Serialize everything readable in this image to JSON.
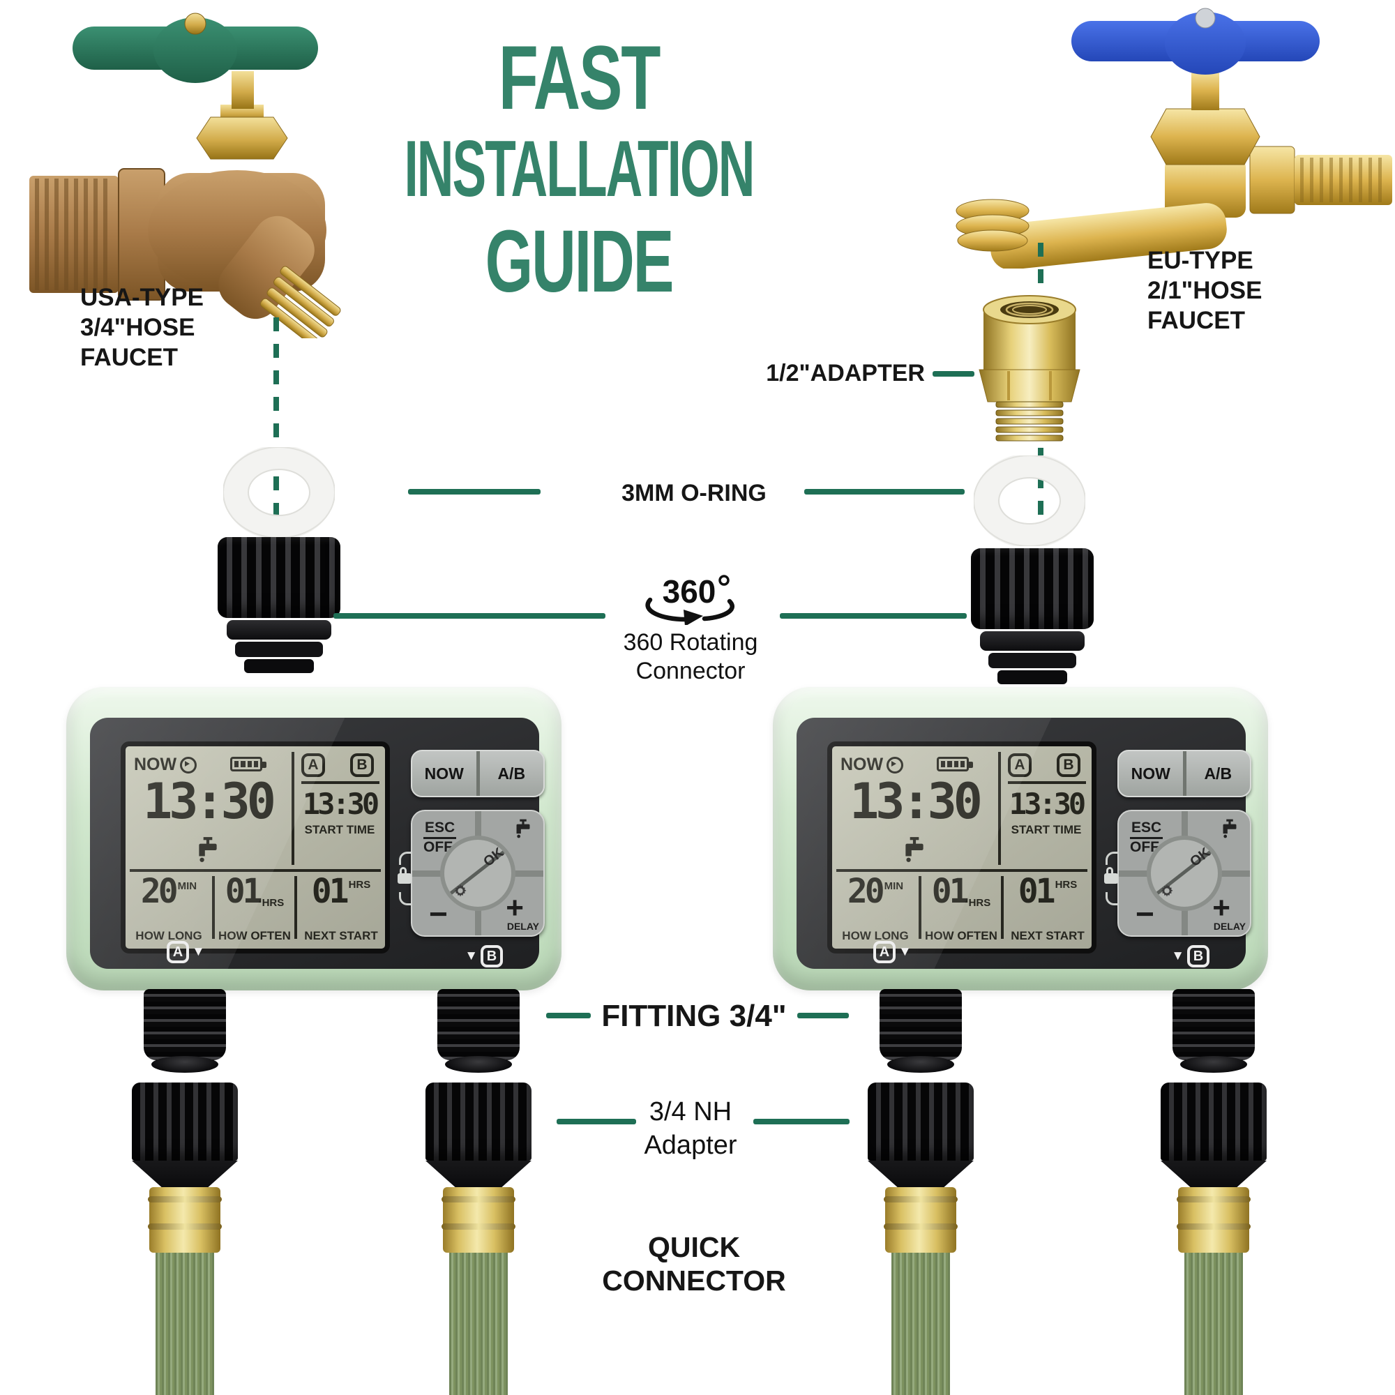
{
  "title": {
    "l1": "FAST",
    "l2": "INSTALLATION",
    "l3": "GUIDE"
  },
  "labels": {
    "usa": [
      "USA-TYPE",
      "3/4\"HOSE",
      "FAUCET"
    ],
    "eu": [
      "EU-TYPE",
      "2/1\"HOSE",
      "FAUCET"
    ],
    "half_adapter": "1/2\"ADAPTER",
    "oring": "3MM O-RING",
    "rotate_value": "360",
    "rotate_cap1": "360 Rotating",
    "rotate_cap2": "Connector",
    "fitting": "FITTING 3/4\"",
    "nh1": "3/4 NH",
    "nh2": "Adapter",
    "quick1": "QUICK",
    "quick2": "CONNECTOR"
  },
  "timer": {
    "lcd": {
      "now": "NOW",
      "prog_a": "A",
      "prog_b": "B",
      "time": "13:30",
      "start_time": "13:30",
      "start_time_label": "START TIME",
      "how_long": "20",
      "how_long_unit": "MIN",
      "how_long_label": "HOW LONG",
      "how_often": "01",
      "how_often_unit": "HRS",
      "how_often_label": "HOW OFTEN",
      "next_start": "01",
      "next_start_unit": "HRS",
      "next_start_label": "NEXT START"
    },
    "buttons": {
      "now": "NOW",
      "ab": "A/B",
      "esc": "ESC",
      "off": "OFF",
      "minus": "−",
      "plus": "+",
      "delay": "DELAY",
      "ok": "OK"
    },
    "markers": {
      "a": "A",
      "b": "B",
      "arrow": "▼"
    }
  },
  "colors": {
    "title_green": "#35836a",
    "line_green": "#1e6f55",
    "timer_body_mint": "#cfe7cc",
    "lcd_background": "#b6b7a7",
    "hose_green": "#8a9f6b",
    "brass": "#d9b44a",
    "bronze": "#a87a48",
    "handle_green": "#2e7d5e",
    "handle_blue": "#2a50c8",
    "connector_black": "#141416"
  }
}
